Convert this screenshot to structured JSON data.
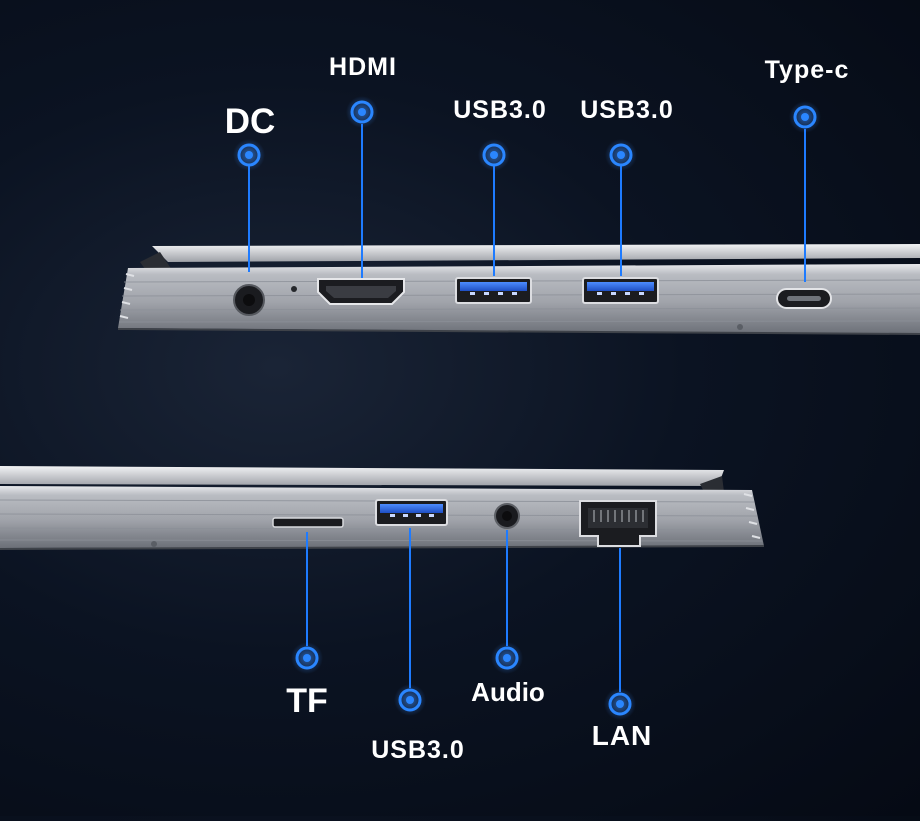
{
  "top_side": {
    "ports": [
      {
        "id": "dc",
        "label": "DC",
        "icon": "dc-jack-icon"
      },
      {
        "id": "hdmi",
        "label": "HDMI",
        "icon": "hdmi-port-icon"
      },
      {
        "id": "usb-a-1",
        "label": "USB3.0",
        "icon": "usb-a-port-icon"
      },
      {
        "id": "usb-a-2",
        "label": "USB3.0",
        "icon": "usb-a-port-icon"
      },
      {
        "id": "type-c",
        "label": "Type-c",
        "icon": "usb-c-port-icon"
      }
    ]
  },
  "bottom_side": {
    "ports": [
      {
        "id": "tf",
        "label": "TF",
        "icon": "tf-card-slot-icon"
      },
      {
        "id": "usb-a-3",
        "label": "USB3.0",
        "icon": "usb-a-port-icon"
      },
      {
        "id": "audio",
        "label": "Audio",
        "icon": "audio-jack-icon"
      },
      {
        "id": "lan",
        "label": "LAN",
        "icon": "ethernet-port-icon"
      }
    ]
  },
  "colors": {
    "background": "#0b1322",
    "callout_blue": "#1e7bff",
    "usb_insert_blue": "#2f6fe8",
    "chassis_silver": "#a9acb3"
  }
}
